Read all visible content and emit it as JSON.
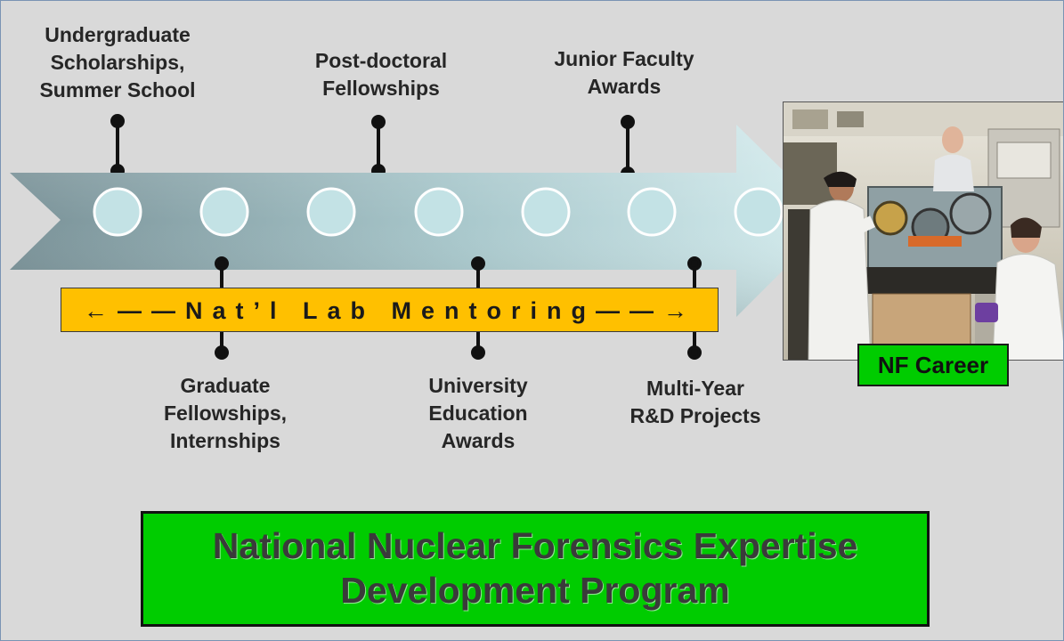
{
  "milestones_top": [
    {
      "lines": [
        "Undergraduate",
        "Scholarships,",
        "Summer School"
      ]
    },
    {
      "lines": [
        "Post-doctoral",
        "Fellowships"
      ]
    },
    {
      "lines": [
        "Junior Faculty",
        "Awards"
      ]
    }
  ],
  "milestones_bottom": [
    {
      "lines": [
        "Graduate",
        "Fellowships,",
        "Internships"
      ]
    },
    {
      "lines": [
        "University",
        "Education",
        "Awards"
      ]
    },
    {
      "lines": [
        "Multi-Year",
        "R&D Projects"
      ]
    }
  ],
  "mentoring": {
    "label": "←——Nat’l Lab Mentoring——→"
  },
  "career": {
    "label": "NF Career"
  },
  "program": {
    "line1": "National Nuclear Forensics Expertise",
    "line2": "Development Program"
  },
  "colors": {
    "background": "#d9d9d9",
    "mentoring_bar": "#ffc000",
    "program_box": "#00cc00",
    "career_badge": "#00cc00",
    "arrow_dark": "#7a9298",
    "arrow_light": "#d4ecee",
    "node_fill": "#c3e2e5"
  },
  "photo": {
    "description_icon": "lab-scientists-photo"
  }
}
